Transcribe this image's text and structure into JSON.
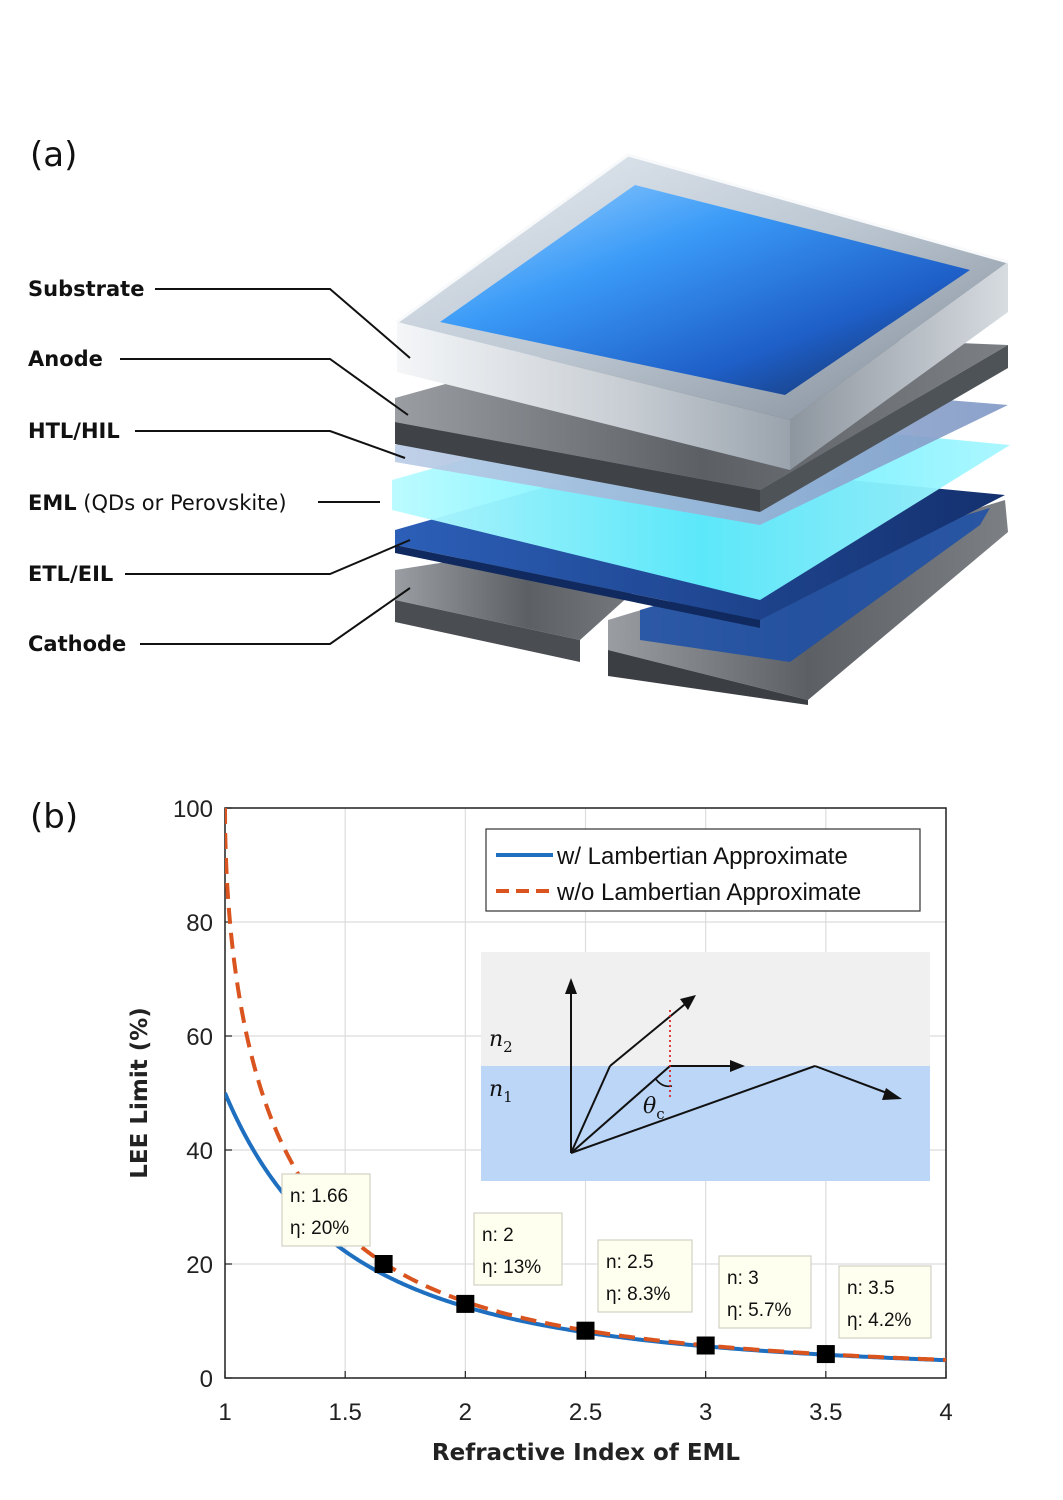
{
  "panel_a": {
    "label": "(a)",
    "layers": [
      {
        "name": "Substrate",
        "extra": ""
      },
      {
        "name": "Anode",
        "extra": ""
      },
      {
        "name": "HTL/HIL",
        "extra": ""
      },
      {
        "name": "EML",
        "extra": " (QDs or Perovskite)"
      },
      {
        "name": "ETL/EIL",
        "extra": ""
      },
      {
        "name": "Cathode",
        "extra": ""
      }
    ],
    "colors": {
      "glass": "#d8dde2",
      "blue": "#3a8ef0",
      "cyan": "#5ff0ff",
      "metal": "#606468",
      "navy": "#1b3f8f"
    }
  },
  "panel_b": {
    "label": "(b)",
    "inset": {
      "n_top": "n",
      "n_top_sub": "2",
      "n_bottom": "n",
      "n_bottom_sub": "1",
      "angle": "θ",
      "angle_sub": "c"
    }
  },
  "chart_data": {
    "type": "line",
    "title": "",
    "xlabel": "Refractive Index of EML",
    "ylabel": "LEE Limit (%)",
    "xlim": [
      1,
      4
    ],
    "ylim": [
      0,
      100
    ],
    "xticks": [
      1,
      1.5,
      2,
      2.5,
      3,
      3.5,
      4
    ],
    "xtick_labels": [
      "1",
      "1.5",
      "2",
      "2.5",
      "3",
      "3.5",
      "4"
    ],
    "yticks": [
      0,
      20,
      40,
      60,
      80,
      100
    ],
    "ytick_labels": [
      "0",
      "20",
      "40",
      "60",
      "80",
      "100"
    ],
    "grid": true,
    "legend_position": "top-right",
    "series": [
      {
        "name": "w/ Lambertian Approximate",
        "color": "#1f6fc0",
        "style": "solid",
        "formula": "1/(2n^2)"
      },
      {
        "name": "w/o Lambertian Approximate",
        "color": "#d9541e",
        "style": "dashed",
        "formula": "1 - sqrt(1 - 1/n^2)"
      }
    ],
    "markers": [
      {
        "x": 1.66,
        "y": 20,
        "line1": "n: 1.66",
        "line2": "η: 20%"
      },
      {
        "x": 2,
        "y": 13,
        "line1": "n: 2",
        "line2": "η: 13%"
      },
      {
        "x": 2.5,
        "y": 8.3,
        "line1": "n: 2.5",
        "line2": "η: 8.3%"
      },
      {
        "x": 3,
        "y": 5.7,
        "line1": "n: 3",
        "line2": "η: 5.7%"
      },
      {
        "x": 3.5,
        "y": 4.2,
        "line1": "n: 3.5",
        "line2": "η: 4.2%"
      }
    ]
  }
}
